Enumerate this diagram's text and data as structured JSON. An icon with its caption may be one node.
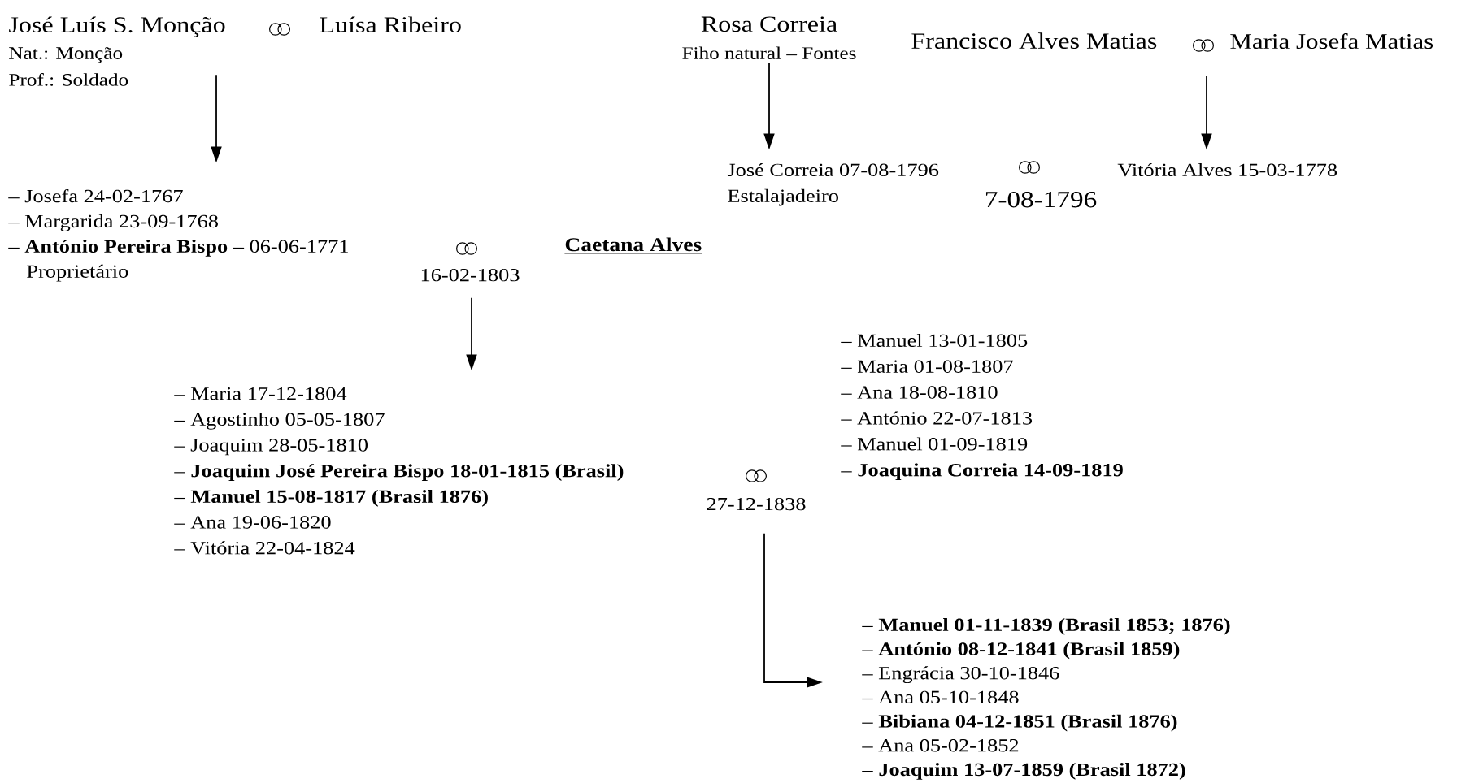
{
  "diagram": {
    "nodes": [
      {
        "text": [
          "José Luís S. Monção",
          "Nat.: Monção",
          "Prof.: Soldado"
        ]
      },
      {
        "text": [
          "Luísa Ribeiro"
        ]
      },
      {
        "text": [
          "Rosa Correia",
          "Fiho natural – Fontes"
        ]
      },
      {
        "text": [
          "Francisco Alves Matias"
        ]
      },
      {
        "text": [
          "Maria Josefa Matias"
        ]
      },
      {
        "text": [
          "José Correia 07-08-1796",
          "Estalajadeiro"
        ]
      },
      {
        "text": [
          "7-08-1796"
        ]
      },
      {
        "text": [
          "Vitória Alves 15-03-1778"
        ]
      },
      {
        "text": [
          "– Josefa 24-02-1767",
          "– Margarida 23-09-1768",
          "– **António Pereira Bispo** – 06-06-1771",
          "Proprietário"
        ]
      },
      {
        "text": [
          "16-02-1803"
        ]
      },
      {
        "text": [
          "Caetana Alves"
        ]
      },
      {
        "text": [
          "– Maria 17-12-1804",
          "– Agostinho 05-05-1807",
          "– Joaquim 28-05-1810",
          "– **Joaquim José Pereira Bispo 18-01-1815 (Brasil)**",
          "– **Manuel 15-08-1817 (Brasil 1876)**",
          "– Ana 19-06-1820",
          "– Vitória 22-04-1824"
        ]
      },
      {
        "text": [
          "– Manuel 13-01-1805",
          "– Maria 01-08-1807",
          "– Ana 18-08-1810",
          "– António 22-07-1813",
          "– Manuel 01-09-1819",
          "– **Joaquina Correia 14-09-1819**"
        ]
      },
      {
        "text": [
          "27-12-1838"
        ]
      },
      {
        "text": [
          "– **Manuel 01-11-1839 (Brasil 1853; 1876)**",
          "– **António 08-12-1841 (Brasil 1859)**",
          "– Engrácia 30-10-1846",
          "– Ana 05-10-1848",
          "– **Bibiana 04-12-1851 (Brasil 1876)**",
          "– Ana 05-02-1852",
          "– **Joaquim 13-07-1859 (Brasil 1872)**"
        ]
      }
    ],
    "edges": [
      {
        "from": 0,
        "to": 8,
        "arrow": "to"
      },
      {
        "from": 2,
        "to": 5,
        "arrow": "to"
      },
      {
        "from": null,
        "to": 7,
        "arrow": "to"
      },
      {
        "from": 9,
        "to": 11,
        "arrow": "to"
      },
      {
        "from": 13,
        "to": 14,
        "arrow": "to"
      }
    ]
  }
}
